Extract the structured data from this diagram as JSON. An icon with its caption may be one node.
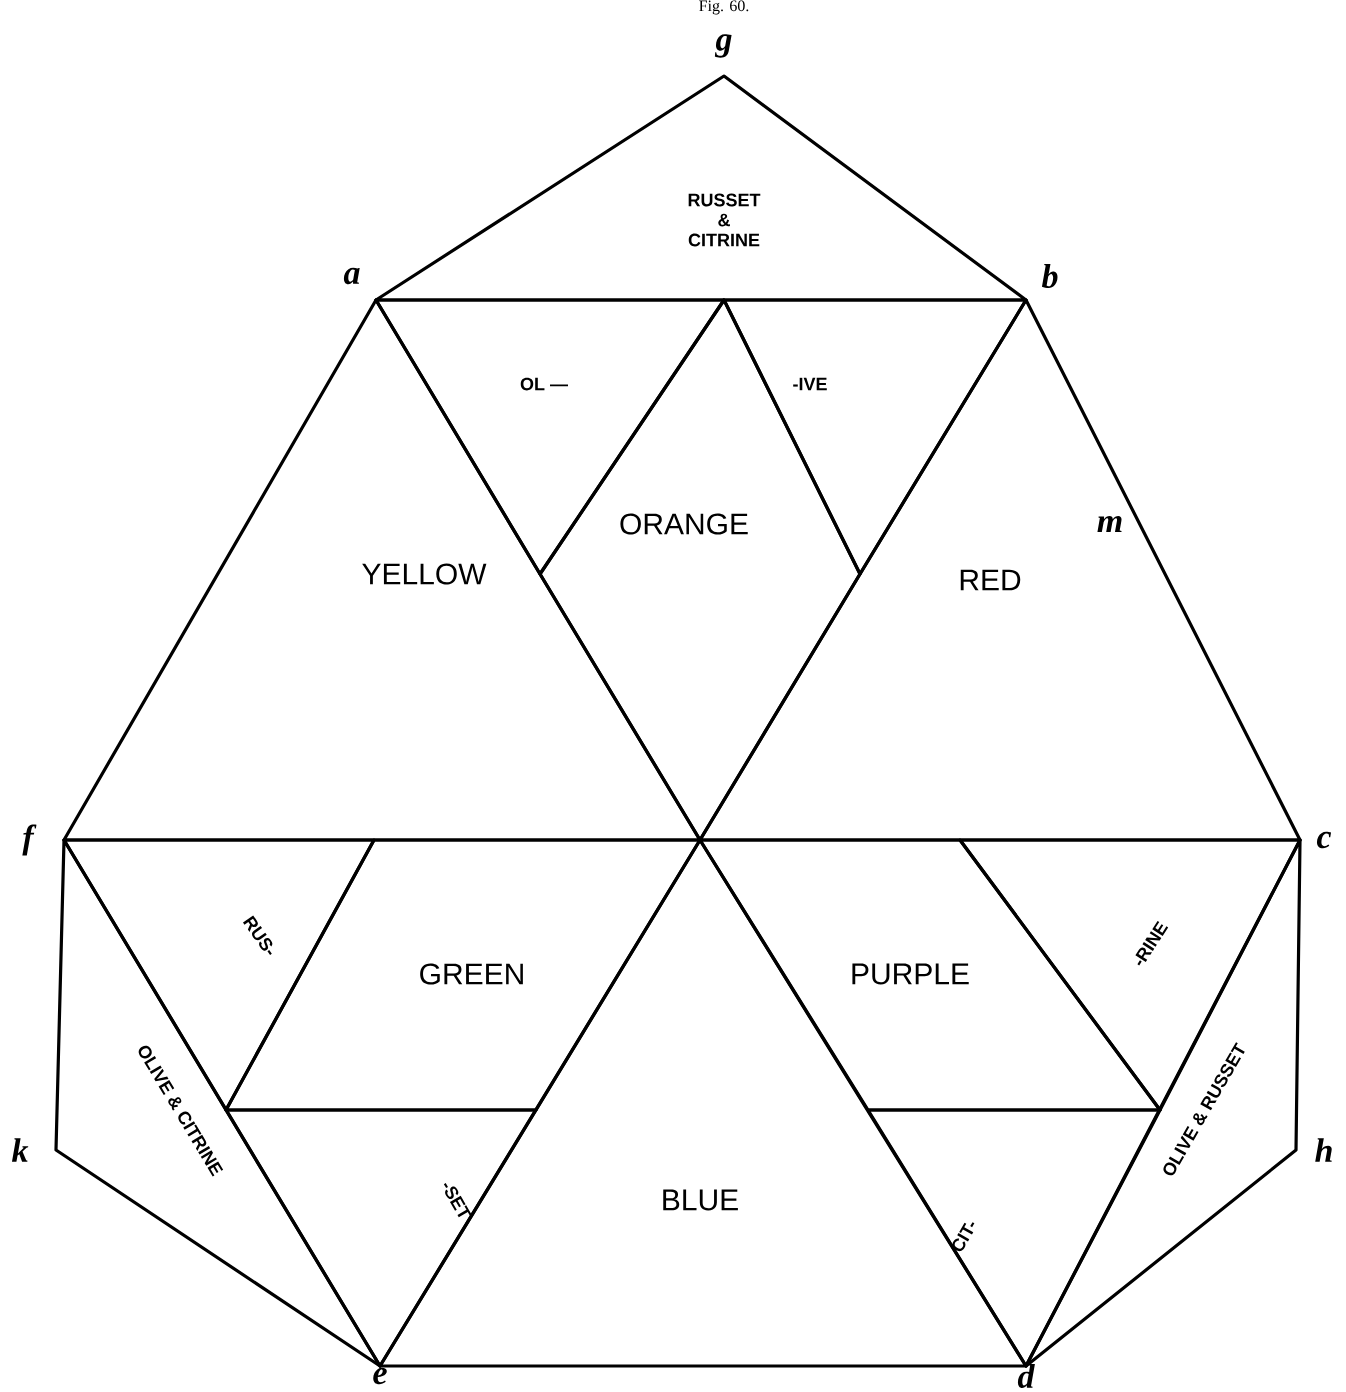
{
  "diagram": {
    "title": "Fig. 60.",
    "nodes": [
      {
        "text": [
          "RUSSET & CITRINE"
        ]
      },
      {
        "text": [
          "OL —"
        ]
      },
      {
        "text": [
          "-IVE"
        ]
      },
      {
        "text": [
          "ORANGE"
        ]
      },
      {
        "text": [
          "YELLOW"
        ]
      },
      {
        "text": [
          "RED"
        ]
      },
      {
        "text": [
          "RUS-"
        ]
      },
      {
        "text": [
          "GREEN"
        ]
      },
      {
        "text": [
          "-SET"
        ]
      },
      {
        "text": [
          "BLUE"
        ]
      },
      {
        "text": [
          "PURPLE"
        ]
      },
      {
        "text": [
          "-RINE"
        ]
      },
      {
        "text": [
          "CIT-"
        ]
      },
      {
        "text": [
          "OLIVE & CITRINE"
        ]
      },
      {
        "text": [
          "OLIVE & RUSSET"
        ]
      }
    ],
    "labels": [
      "g",
      "a",
      "b",
      "m",
      "f",
      "c",
      "k",
      "h",
      "e",
      "d"
    ]
  }
}
